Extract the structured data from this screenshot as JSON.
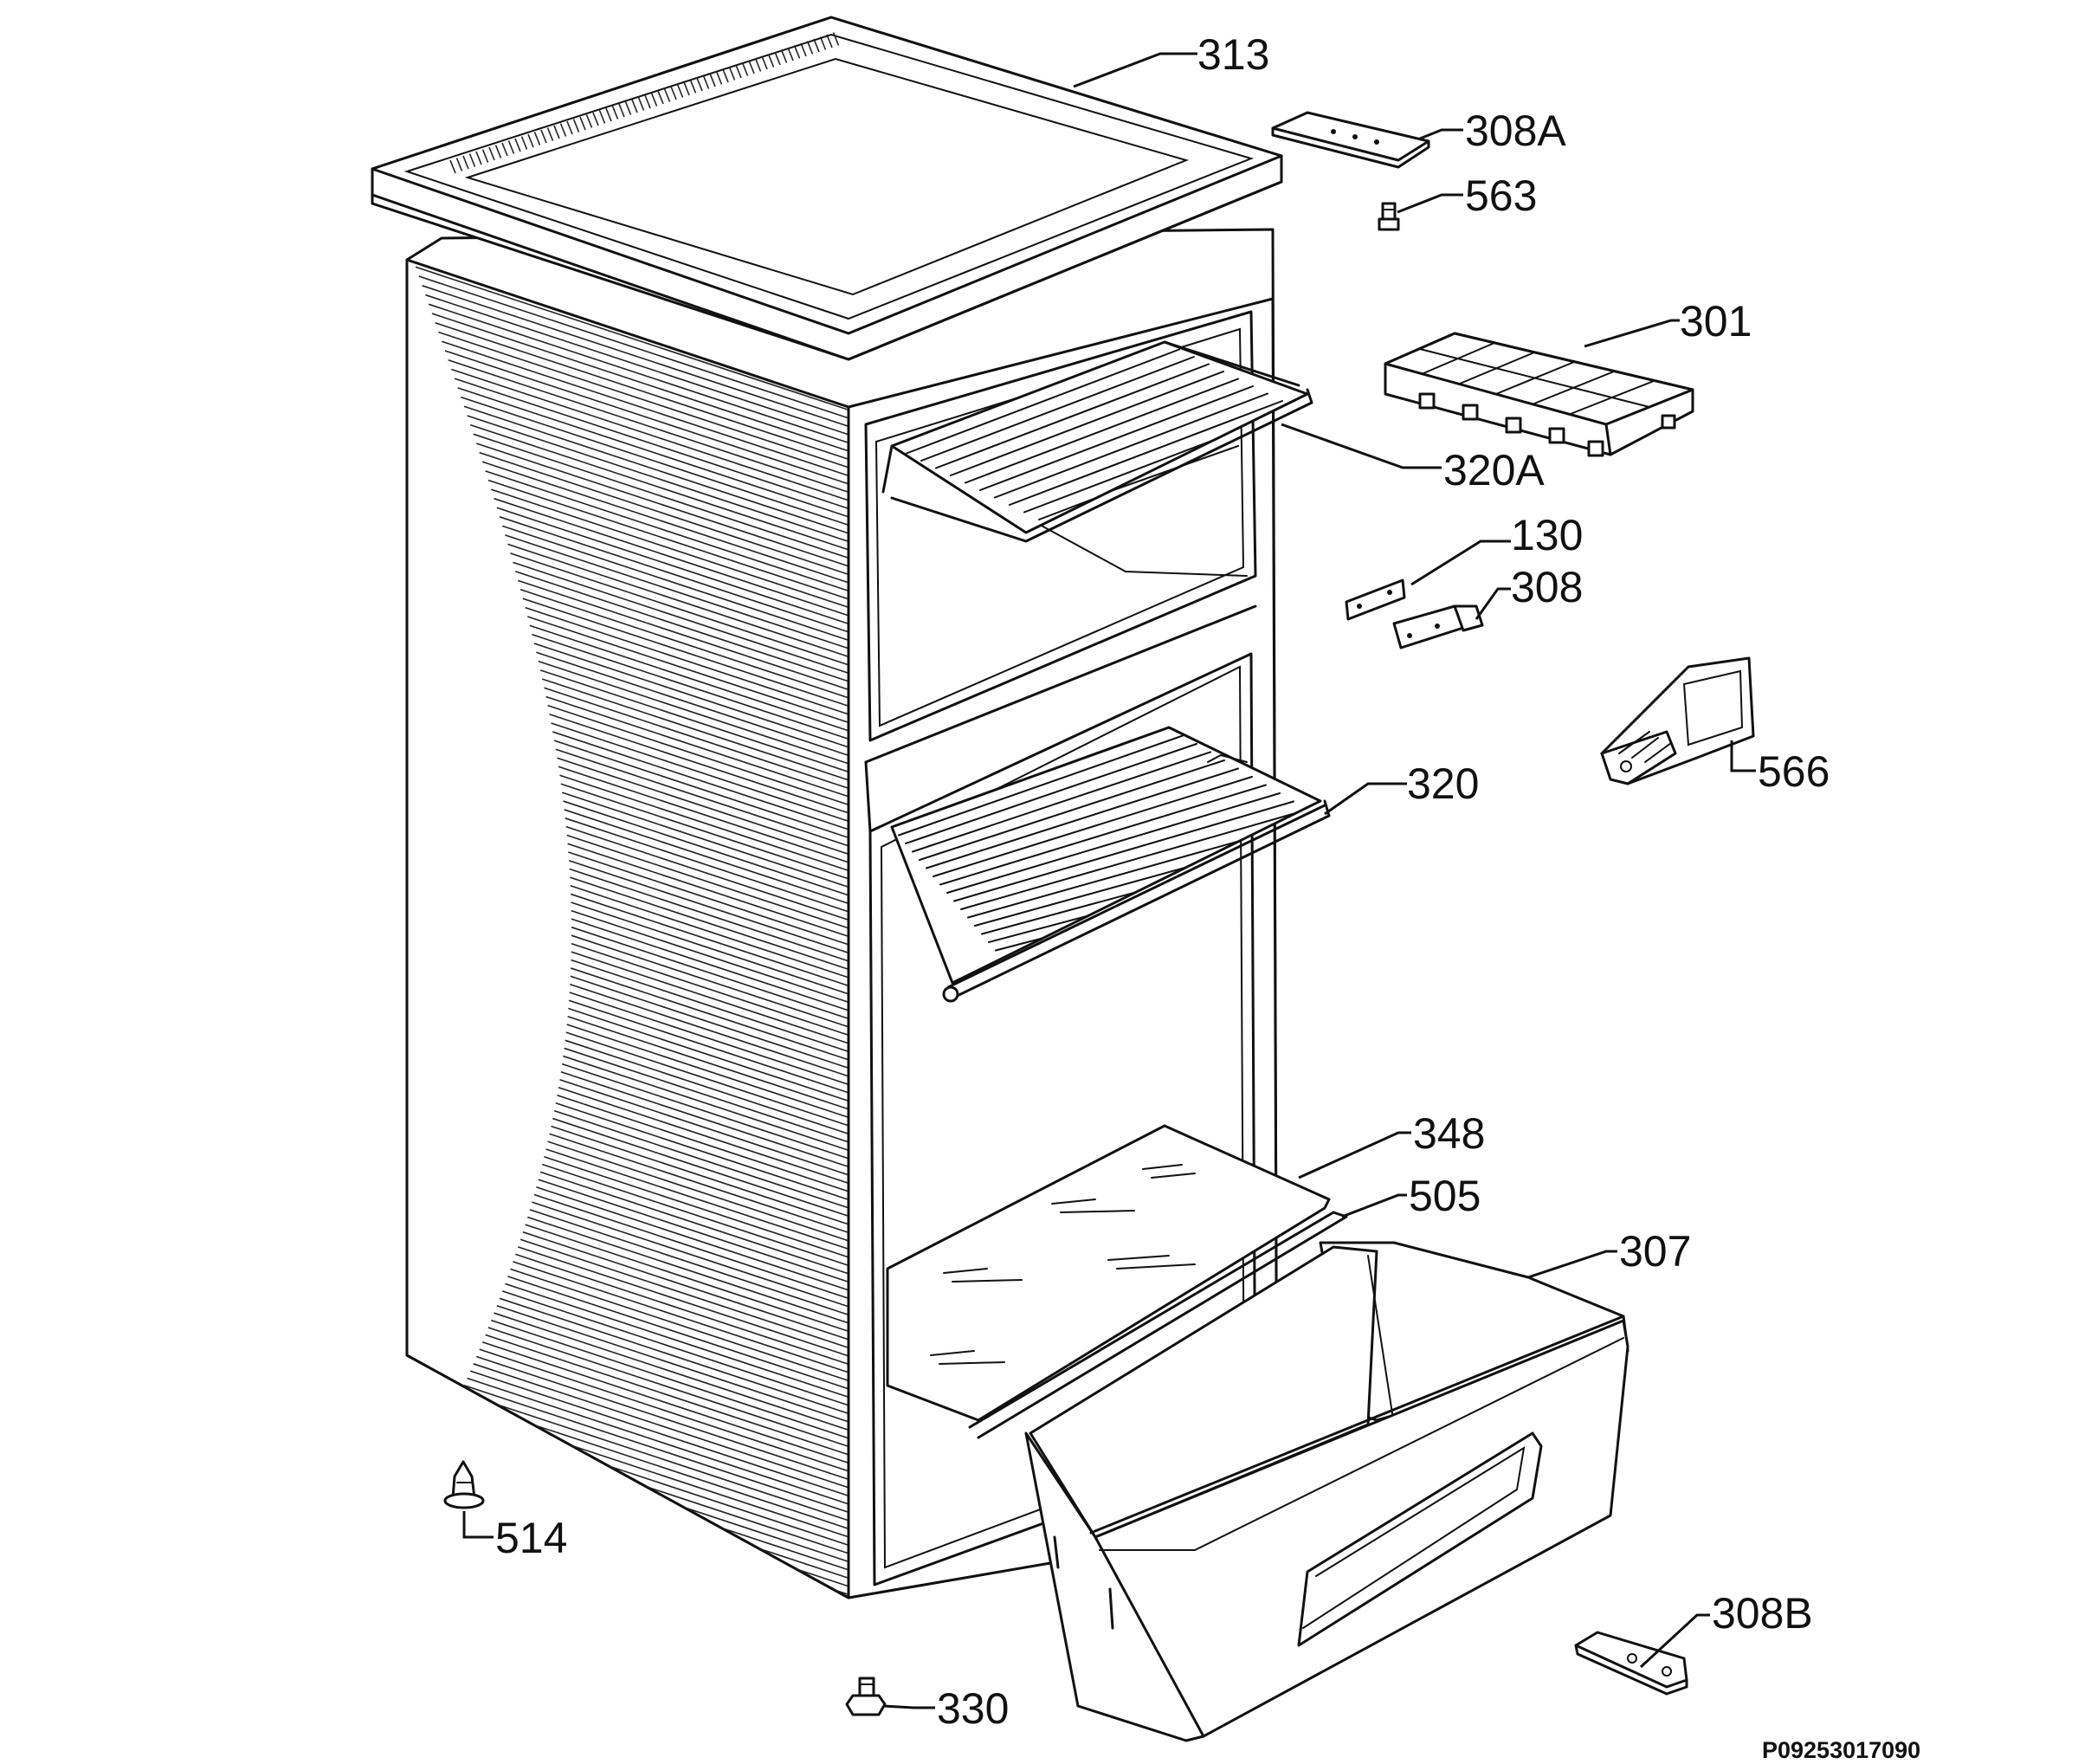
{
  "diagram": {
    "document_code": "P09253017090",
    "callouts": {
      "c313": "313",
      "c308A": "308A",
      "c563": "563",
      "c301": "301",
      "c320A": "320A",
      "c130": "130",
      "c308": "308",
      "c566": "566",
      "c320": "320",
      "c348": "348",
      "c505": "505",
      "c307": "307",
      "c514": "514",
      "c308B": "308B",
      "c330": "330"
    }
  }
}
